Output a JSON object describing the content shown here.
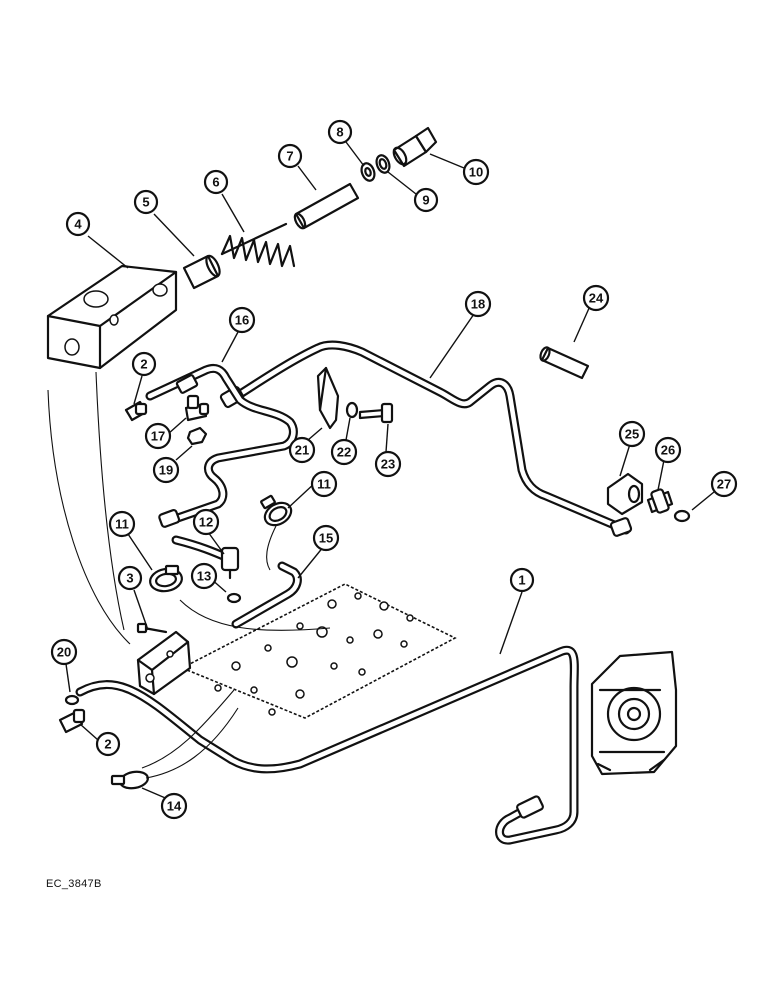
{
  "diagram": {
    "reference_code": "EC_3847B",
    "callouts": [
      {
        "id": "c1",
        "label": "1"
      },
      {
        "id": "c2a",
        "label": "2"
      },
      {
        "id": "c2b",
        "label": "2"
      },
      {
        "id": "c3",
        "label": "3"
      },
      {
        "id": "c4",
        "label": "4"
      },
      {
        "id": "c5",
        "label": "5"
      },
      {
        "id": "c6",
        "label": "6"
      },
      {
        "id": "c7",
        "label": "7"
      },
      {
        "id": "c8",
        "label": "8"
      },
      {
        "id": "c9",
        "label": "9"
      },
      {
        "id": "c10",
        "label": "10"
      },
      {
        "id": "c11a",
        "label": "11"
      },
      {
        "id": "c11b",
        "label": "11"
      },
      {
        "id": "c12",
        "label": "12"
      },
      {
        "id": "c13",
        "label": "13"
      },
      {
        "id": "c14",
        "label": "14"
      },
      {
        "id": "c15",
        "label": "15"
      },
      {
        "id": "c16",
        "label": "16"
      },
      {
        "id": "c17",
        "label": "17"
      },
      {
        "id": "c18",
        "label": "18"
      },
      {
        "id": "c19",
        "label": "19"
      },
      {
        "id": "c20",
        "label": "20"
      },
      {
        "id": "c21",
        "label": "21"
      },
      {
        "id": "c22",
        "label": "22"
      },
      {
        "id": "c23",
        "label": "23"
      },
      {
        "id": "c24",
        "label": "24"
      },
      {
        "id": "c25",
        "label": "25"
      },
      {
        "id": "c26",
        "label": "26"
      },
      {
        "id": "c27",
        "label": "27"
      }
    ]
  }
}
